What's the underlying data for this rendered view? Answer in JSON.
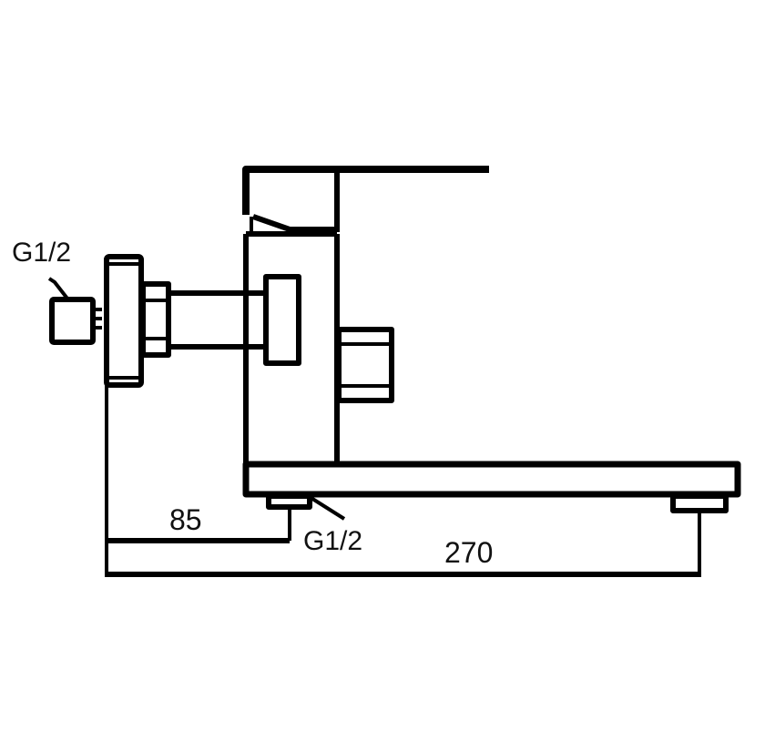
{
  "labels": {
    "inlet_thread": "G1/2",
    "outlet_thread": "G1/2",
    "dim_inlet_to_outlet": "85",
    "dim_total_reach": "270"
  },
  "colors": {
    "line": "#000000",
    "background": "#ffffff"
  }
}
